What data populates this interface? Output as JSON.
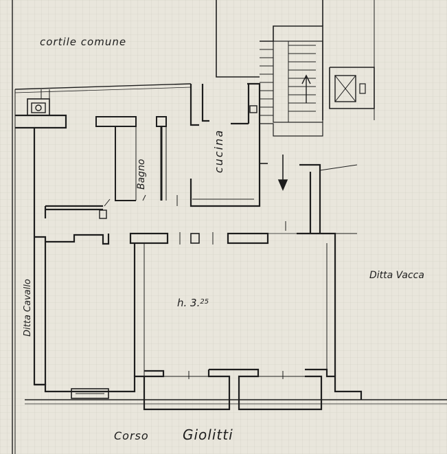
{
  "labels": {
    "courtyard": "cortile comune",
    "left_neighbor": "Ditta Cavallo",
    "right_neighbor": "Ditta Vacca",
    "street_word1": "Corso",
    "street_word2": "Giolitti",
    "bathroom": "Bagno",
    "kitchen": "cucina",
    "height": "h. 3.",
    "height_sup": "25"
  },
  "colors": {
    "paper": "#e9e6dc",
    "ink": "#1d1d1d",
    "grid": "#c9c5b9"
  },
  "icons": [
    "lift-cross-icon",
    "stair-arrow-icon",
    "entry-arrow-icon",
    "meter-box-icon"
  ]
}
